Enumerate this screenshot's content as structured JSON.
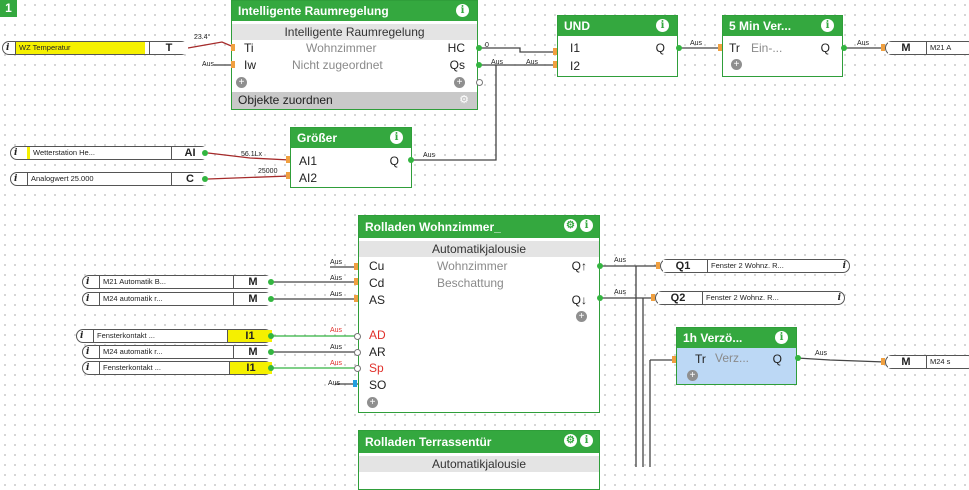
{
  "page_number": "1",
  "blocks": {
    "raumregelung": {
      "title": "Intelligente Raumregelung",
      "subtitle": "Intelligente Raumregelung",
      "in1": "Ti",
      "in2": "Iw",
      "out1": "HC",
      "out2": "Qs",
      "text1": "Wohnzimmer",
      "text2": "Nicht zugeordnet",
      "footer": "Objekte zuordnen"
    },
    "und": {
      "title": "UND",
      "in1": "I1",
      "in2": "I2",
      "out": "Q"
    },
    "verz5": {
      "title": "5 Min Ver...",
      "in": "Tr",
      "text": "Ein-...",
      "out": "Q"
    },
    "groesser": {
      "title": "Größer",
      "in1": "AI1",
      "in2": "AI2",
      "out": "Q"
    },
    "rolladen_wz": {
      "title": "Rolladen Wohnzimmer_",
      "subtitle": "Automatikjalousie",
      "text1": "Wohnzimmer",
      "text2": "Beschattung",
      "in_cu": "Cu",
      "in_cd": "Cd",
      "in_as": "AS",
      "in_ad": "AD",
      "in_ar": "AR",
      "in_sp": "Sp",
      "in_so": "SO",
      "out_up": "Q↑",
      "out_down": "Q↓"
    },
    "verz1h": {
      "title": "1h Verzö...",
      "in": "Tr",
      "text": "Verz...",
      "out": "Q"
    },
    "rolladen_terr": {
      "title": "Rolladen Terrassentür",
      "subtitle": "Automatikjalousie"
    }
  },
  "objects": {
    "wz_temp": {
      "name": "WZ Temperatur",
      "type": "T"
    },
    "wetter": {
      "name": "Wetterstation He...",
      "type": "AI"
    },
    "analog": {
      "name": "Analogwert 25.000",
      "type": "C"
    },
    "m21_ab": {
      "name": "M21 Automatik B...",
      "type": "M"
    },
    "m24_ar1": {
      "name": "M24 automatik r...",
      "type": "M"
    },
    "fenster1": {
      "name": "Fensterkontakt ...",
      "type": "I1"
    },
    "m24_ar2": {
      "name": "M24 automatik r...",
      "type": "M"
    },
    "fenster2": {
      "name": "Fensterkontakt ...",
      "type": "I1"
    },
    "m21_out": {
      "type": "M",
      "name": "M21 A"
    },
    "q1_out": {
      "type": "Q1",
      "name": "Fenster 2 Wohnz. R..."
    },
    "q2_out": {
      "type": "Q2",
      "name": "Fenster 2 Wohnz. R..."
    },
    "m24_out": {
      "type": "M",
      "name": "M24 s"
    }
  },
  "wire_labels": {
    "temp_val": "23.4°",
    "aus": "Aus",
    "lux_val": "56.1Lx",
    "const_val": "25000",
    "zero": "0"
  },
  "colors": {
    "block_green": "#34a83f",
    "active_wire": "#33b540",
    "value_wire": "#a52a2a",
    "highlight_yellow": "#f5f000",
    "selected_blue": "#bcd8f5"
  }
}
